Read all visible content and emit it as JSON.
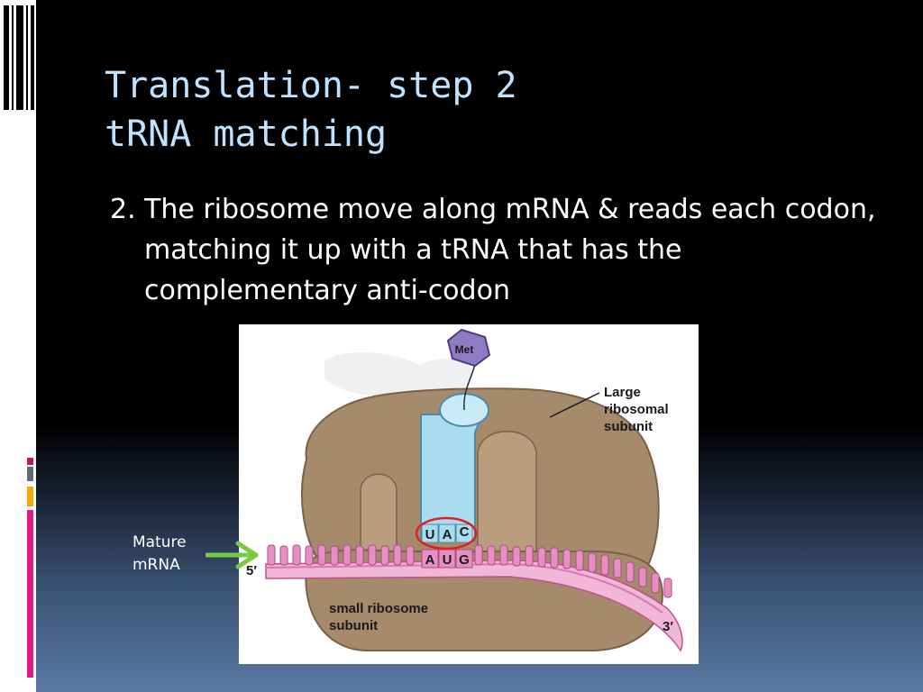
{
  "slide": {
    "title_line1": "Translation- step 2",
    "title_line2": "tRNA matching",
    "point_number": "2.",
    "point_text": "The ribosome move along mRNA & reads each codon, matching it up with a tRNA that has the complementary anti-codon"
  },
  "figure": {
    "amino_acid": "Met",
    "large_subunit_label": [
      "Large",
      "ribosomal",
      "subunit"
    ],
    "small_subunit_label": [
      "small ribosome",
      "subunit"
    ],
    "anticodon": [
      "U",
      "A",
      "C"
    ],
    "codon": [
      "A",
      "U",
      "G"
    ],
    "five_prime": "5′",
    "three_prime": "3′"
  },
  "annotation": {
    "line1": "Mature",
    "line2": "mRNA"
  },
  "colors": {
    "title": "#bfe3ff",
    "ribosome": "#a58a6c",
    "trna": "#a9dcef",
    "mrna": "#e58fc4",
    "highlight_circle": "#e02020",
    "arrow": "#7ac943"
  }
}
